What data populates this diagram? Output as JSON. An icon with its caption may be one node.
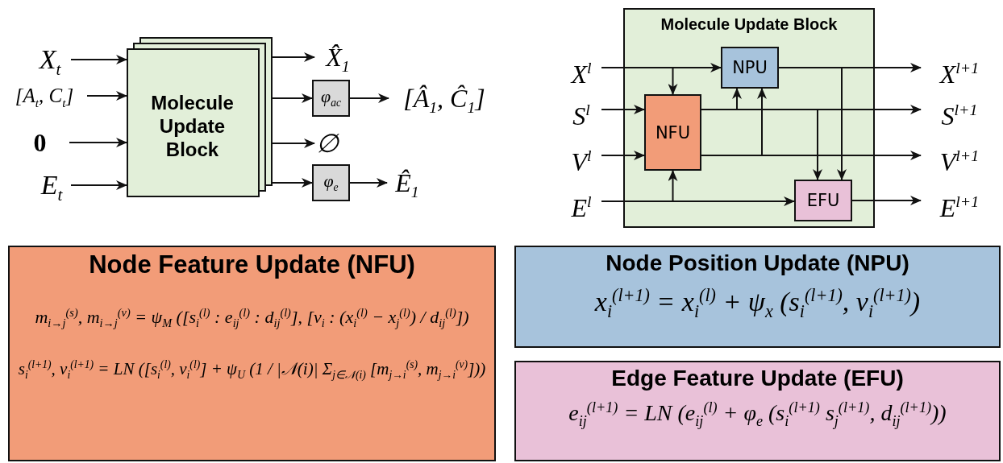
{
  "diagram": {
    "nodes": [
      {
        "text": [
          "X$_{t}$"
        ]
      },
      {
        "text": [
          "[A$_{t}$, C$_{t}$]"
        ]
      },
      {
        "text": [
          "0⃗"
        ]
      },
      {
        "text": [
          "E$_{t}$"
        ]
      },
      {
        "text": [
          "Molecule Update Block"
        ]
      },
      {
        "text": [
          "X̂$_{1}$"
        ]
      },
      {
        "text": [
          "φ$_{ac}$"
        ]
      },
      {
        "text": [
          "[Â$_{1}$, Ĉ$_{1}$]"
        ]
      },
      {
        "text": [
          "∅"
        ]
      },
      {
        "text": [
          "φ$_{e}$"
        ]
      },
      {
        "text": [
          "Ê$_{1}$"
        ]
      },
      {
        "text": [
          "Molecule Update Block"
        ]
      },
      {
        "text": [
          "X$^{l}$"
        ]
      },
      {
        "text": [
          "S$^{l}$"
        ]
      },
      {
        "text": [
          "V$^{l}$"
        ]
      },
      {
        "text": [
          "E$^{l}$"
        ]
      },
      {
        "text": [
          "NPU"
        ],
        "in": 11
      },
      {
        "text": [
          "NFU"
        ],
        "in": 11
      },
      {
        "text": [
          "EFU"
        ],
        "in": 11
      },
      {
        "text": [
          "X$^{l+1}$"
        ]
      },
      {
        "text": [
          "S$^{l+1}$"
        ]
      },
      {
        "text": [
          "V$^{l+1}$"
        ]
      },
      {
        "text": [
          "E$^{l+1}$"
        ]
      },
      {
        "text": [
          "Node Feature Update (NFU)",
          "m$_{i→j}$$^{(s)}$, m$_{i→j}$$^{(v)}$ = ψ$_{M}$ ([s$_{i}$$^{(l)}$ : e$_{ij}$$^{(l)}$ : d$_{ij}$$^{(l)}$], [v$_{i}$ : (x$_{i}$$^{(l)}$ − x$_{j}$$^{(l)}$) / d$_{ij}$$^{(l)}$])",
          "s$_{i}$$^{(l+1)}$, v$_{i}$$^{(l+1)}$ = LN ([s$_{i}$$^{(l)}$, v$_{i}$$^{(l)}$] + ψ$_{U}$ (1 / |𝒩(i)| Σ$_{j∈𝒩(i)}$ [m$_{j→i}$$^{(s)}$, m$_{j→i}$$^{(v)}$]))"
        ]
      },
      {
        "text": [
          "Node Position Update (NPU)",
          "x$_{i}$$^{(l+1)}$ = x$_{i}$$^{(l)}$ + ψ$_{x}$ (s$_{i}$$^{(l+1)}$, v$_{i}$$^{(l+1)}$)"
        ]
      },
      {
        "text": [
          "Edge Feature Update (EFU)",
          "e$_{ij}$$^{(l+1)}$ = LN (e$_{ij}$$^{(l)}$ + φ$_{e}$ (s$_{i}$$^{(l+1)}$ s$_{j}$$^{(l+1)}$, d$_{ij}$$^{(l+1)}$))"
        ]
      }
    ],
    "edges": [
      {
        "from": 0,
        "to": 4,
        "arrow": "to"
      },
      {
        "from": 1,
        "to": 4,
        "arrow": "to"
      },
      {
        "from": 2,
        "to": 4,
        "arrow": "to"
      },
      {
        "from": 3,
        "to": 4,
        "arrow": "to"
      },
      {
        "from": 4,
        "to": 5,
        "arrow": "to"
      },
      {
        "from": 4,
        "to": 6,
        "arrow": "to"
      },
      {
        "from": 6,
        "to": 7,
        "arrow": "to"
      },
      {
        "from": 4,
        "to": 8,
        "arrow": "to"
      },
      {
        "from": 4,
        "to": 9,
        "arrow": "to"
      },
      {
        "from": 9,
        "to": 10,
        "arrow": "to"
      },
      {
        "from": 12,
        "to": 16,
        "arrow": "to"
      },
      {
        "from": 12,
        "to": 17,
        "arrow": "to"
      },
      {
        "from": 13,
        "to": 17,
        "arrow": "to"
      },
      {
        "from": 14,
        "to": 17,
        "arrow": "to"
      },
      {
        "from": 15,
        "to": 18,
        "arrow": "to"
      },
      {
        "from": 15,
        "to": 17,
        "arrow": "to"
      },
      {
        "from": 17,
        "to": 16,
        "arrow": "to"
      },
      {
        "from": 17,
        "to": 16,
        "arrow": "to"
      },
      {
        "from": 17,
        "to": 20,
        "arrow": "to"
      },
      {
        "from": 17,
        "to": 21,
        "arrow": "to"
      },
      {
        "from": 17,
        "to": 18,
        "arrow": "to"
      },
      {
        "from": 16,
        "to": 19,
        "arrow": "to"
      },
      {
        "from": 16,
        "to": 18,
        "arrow": "to"
      },
      {
        "from": 18,
        "to": 22,
        "arrow": "to"
      }
    ]
  }
}
